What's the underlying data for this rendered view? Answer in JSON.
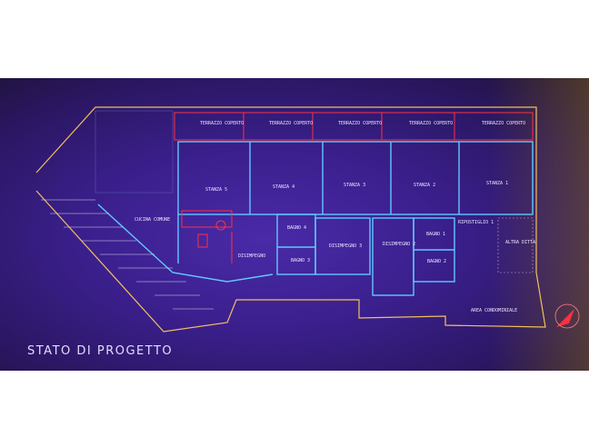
{
  "title": "STATO DI PROGETTO",
  "rooms": {
    "terrazzo": [
      "TERRAZZO COPERTO",
      "TERRAZZO COPERTO",
      "TERRAZZO COPERTO",
      "TERRAZZO COPERTO",
      "TERRAZZO COPERTO"
    ],
    "stanza5": "STANZA 5",
    "stanza4": "STANZA 4",
    "stanza3": "STANZA 3",
    "stanza2": "STANZA 2",
    "stanza1": "STANZA 1",
    "cucina": "CUCINA COMUNE",
    "bagno4": "BAGNO 4",
    "bagno3": "BAGNO 3",
    "bagno1": "BAGNO 1",
    "bagno2": "BAGNO 2",
    "disimpegno": "DISIMPEGNO",
    "disimpegno3": "DISIMPEGNO 3",
    "disimpegno2": "DISIMPEGNO 2",
    "ripostiglio": "RIPOSTIGLIO 1",
    "altra_ditta": "ALTRA DITTA",
    "area_condominiale": "AREA CONDOMINIALE"
  },
  "colors": {
    "wall": "#5fc8ff",
    "section": "#ff3040",
    "boundary": "#f0c060",
    "background": "#3a1f8c"
  }
}
